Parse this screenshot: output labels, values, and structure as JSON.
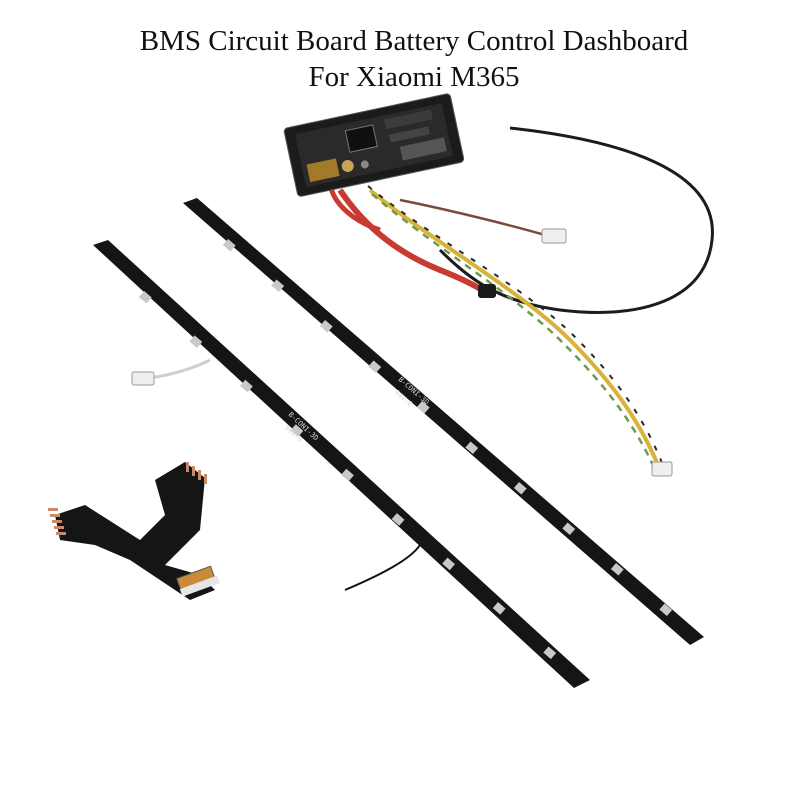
{
  "title": {
    "line1": "BMS Circuit Board Battery Control Dashboard",
    "line2": "For Xiaomi M365"
  },
  "boards": {
    "long_marking": "B-CONI-3D",
    "short_marking": "B-CONI-3D",
    "sub_marking": "94V-0"
  },
  "colors": {
    "background": "#ffffff",
    "pcb": "#151515",
    "led": "#c9c9c9",
    "wire_red": "#c93a32",
    "wire_yellow": "#d9b23a",
    "wire_green": "#6e9b4a",
    "wire_black": "#1c1c1c",
    "connector": "#efefef"
  }
}
